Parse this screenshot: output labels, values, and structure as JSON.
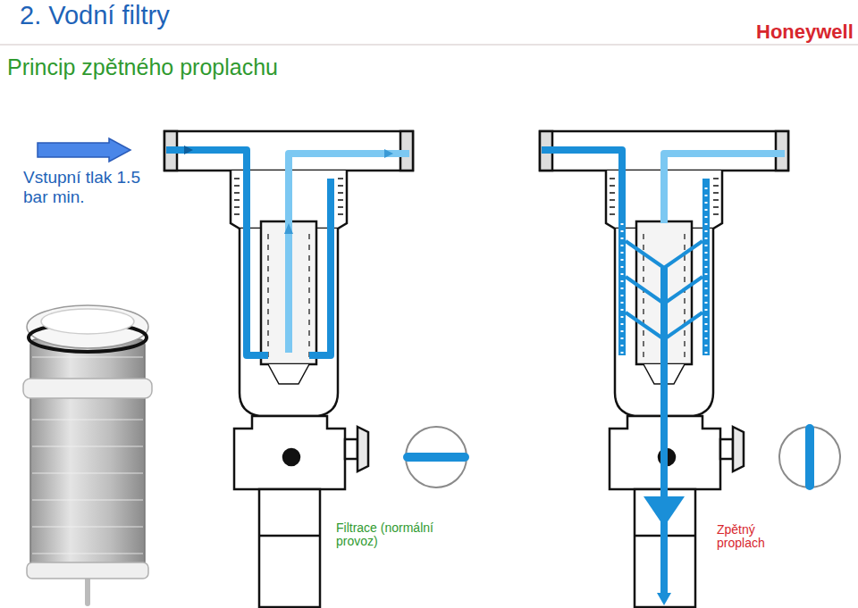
{
  "diagram": {
    "title": "2. Vodní filtry",
    "labels": [
      "Honeywell",
      "Princip zpětného proplachu",
      "Vstupní tlak 1.5 bar min.",
      "Filtrace (normální provoz)",
      "Zpětný proplach"
    ]
  }
}
